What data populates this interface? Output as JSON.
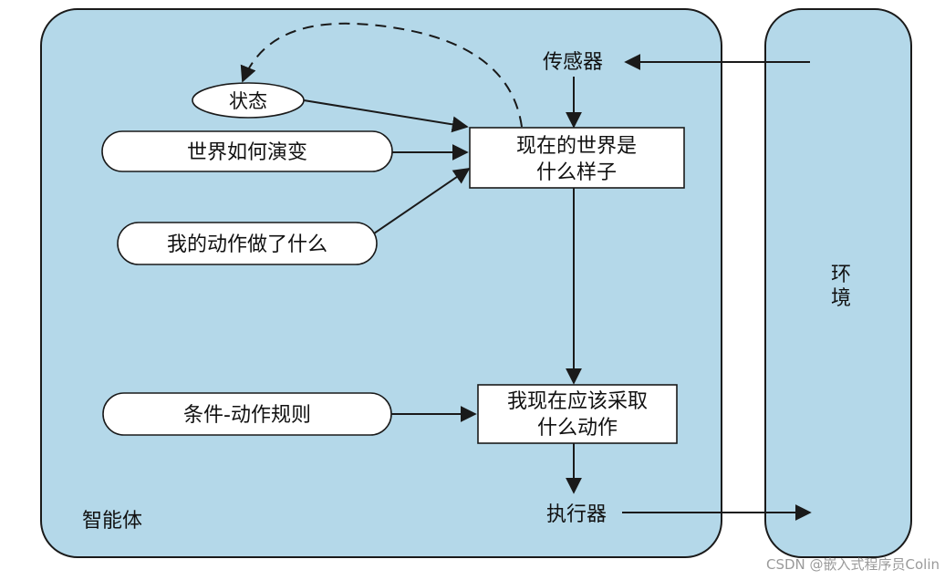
{
  "agent_label": "智能体",
  "environment_label": [
    "环",
    "境"
  ],
  "sensor_label": "传感器",
  "actuator_label": "执行器",
  "state_label": "状态",
  "world_evolution_label": "世界如何演变",
  "my_actions_effect_label": "我的动作做了什么",
  "condition_action_rules_label": "条件-动作规则",
  "current_world_box": [
    "现在的世界是",
    "什么样子"
  ],
  "action_decision_box": [
    "我现在应该采取",
    "什么动作"
  ],
  "watermark": "CSDN @嵌入式程序员Colin"
}
